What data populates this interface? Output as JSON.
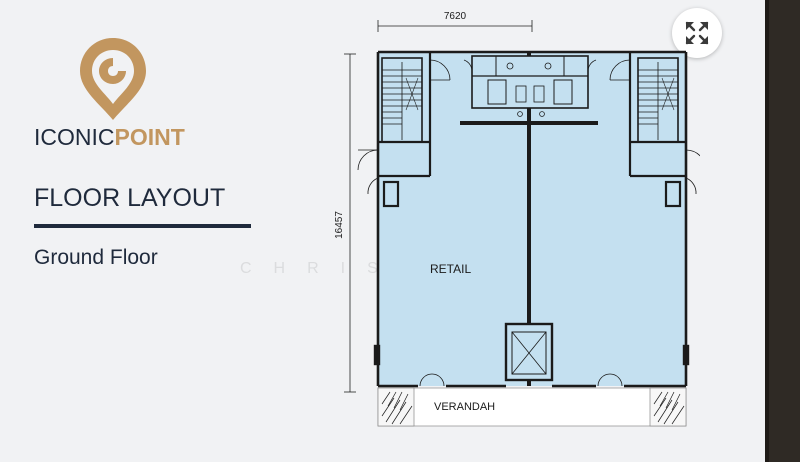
{
  "brand": {
    "name_part1": "ICONIC",
    "name_part2": "POINT",
    "primary_color": "#1f2a3c",
    "accent_color": "#c2965f"
  },
  "heading": {
    "title": "FLOOR LAYOUT",
    "subtitle": "Ground Floor"
  },
  "watermark": "CHRISTIAN",
  "controls": {
    "expand_icon": "expand-arrows-icon"
  },
  "plan": {
    "width_label": "7620",
    "depth_label": "16457",
    "retail_label": "RETAIL",
    "verandah_label": "VERANDAH",
    "fill_color": "#c4e0f0",
    "wall_color": "#1b1b1b"
  }
}
